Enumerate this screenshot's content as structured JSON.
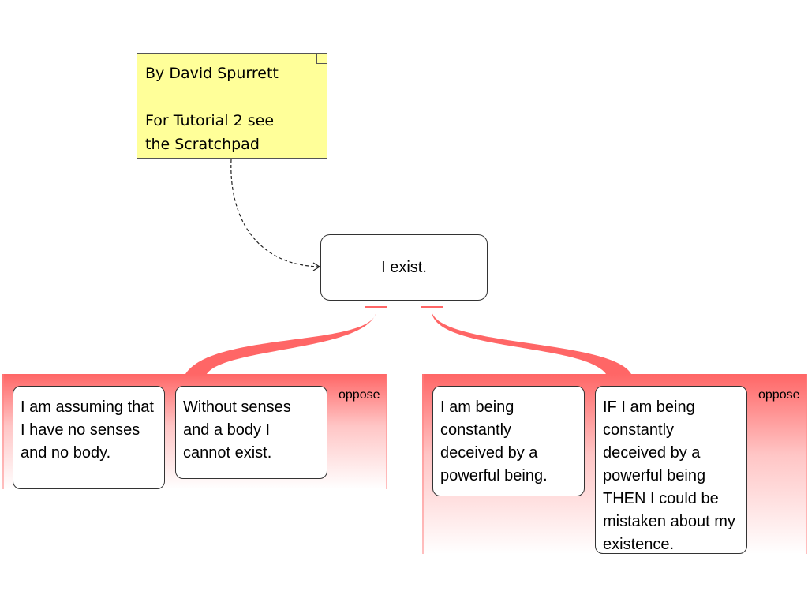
{
  "note": {
    "line1": "By David Spurrett",
    "line2": "For Tutorial 2 see",
    "line3": "the Scratchpad"
  },
  "claim": {
    "text": "I exist."
  },
  "groups": [
    {
      "label": "oppose",
      "premises": [
        "I am assuming that I have no senses and no body.",
        "Without senses and a body I cannot exist."
      ]
    },
    {
      "label": "oppose",
      "premises": [
        "I am being constantly deceived by a powerful being.",
        "IF I am being constantly deceived by a powerful being THEN I could be mistaken about my existence."
      ]
    }
  ],
  "colors": {
    "note_fill": "#ffff99",
    "objection": "#ff6666",
    "border": "#333333"
  }
}
